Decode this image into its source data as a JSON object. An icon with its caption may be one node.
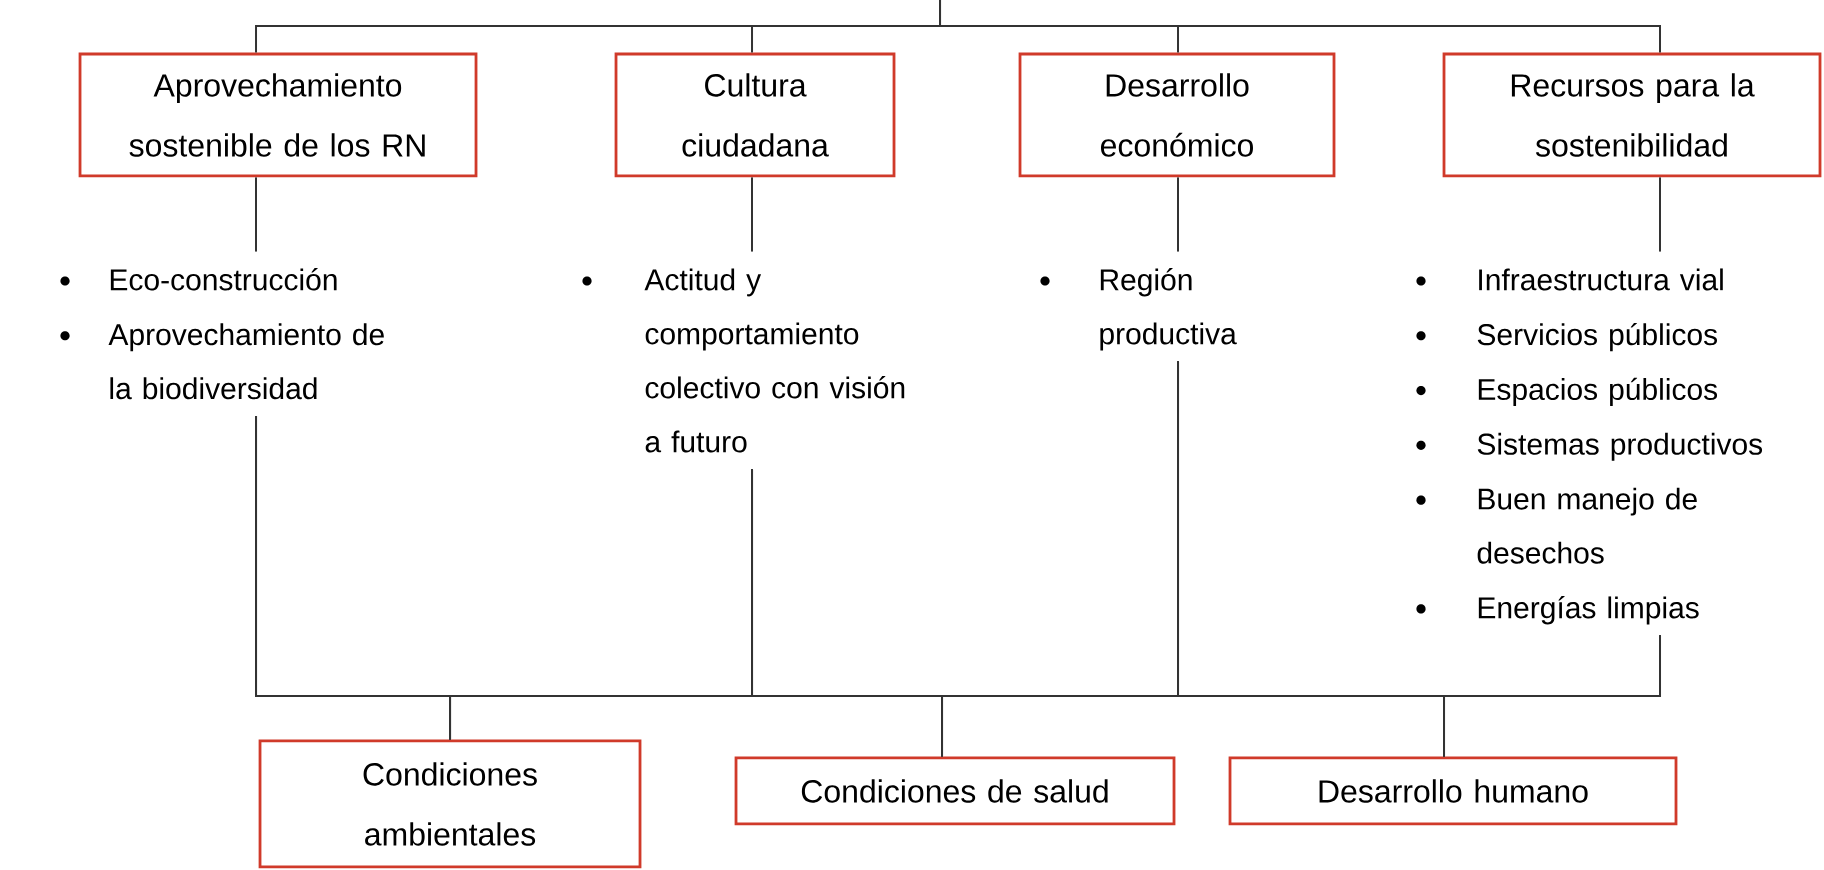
{
  "diagram": {
    "nodes": [
      {
        "text": [
          "Aprovechamiento sostenible de los RN"
        ]
      },
      {
        "text": [
          "Cultura ciudadana"
        ]
      },
      {
        "text": [
          "Desarrollo económico"
        ]
      },
      {
        "text": [
          "Recursos para la sostenibilidad"
        ]
      },
      {
        "text": [
          "Eco-construcción",
          "Aprovechamiento de la biodiversidad"
        ]
      },
      {
        "text": [
          "Actitud y comportamiento colectivo con visión a futuro"
        ]
      },
      {
        "text": [
          "Región productiva"
        ]
      },
      {
        "text": [
          "Infraestructura vial",
          "Servicios públicos",
          "Espacios públicos",
          "Sistemas productivos",
          "Buen manejo de desechos",
          "Energías limpias"
        ]
      },
      {
        "text": [
          "Condiciones ambientales"
        ]
      },
      {
        "text": [
          "Condiciones de salud"
        ]
      },
      {
        "text": [
          "Desarrollo humano"
        ]
      }
    ],
    "edges": [
      {
        "from": null,
        "to": 0,
        "arrow": "none"
      },
      {
        "from": null,
        "to": 1,
        "arrow": "none"
      },
      {
        "from": null,
        "to": 2,
        "arrow": "none"
      },
      {
        "from": null,
        "to": 3,
        "arrow": "none"
      },
      {
        "from": 0,
        "to": 4,
        "arrow": "none"
      },
      {
        "from": 1,
        "to": 5,
        "arrow": "none"
      },
      {
        "from": 2,
        "to": 6,
        "arrow": "none"
      },
      {
        "from": 3,
        "to": 7,
        "arrow": "none"
      },
      {
        "from": 4,
        "to": 8,
        "arrow": "none"
      },
      {
        "from": 4,
        "to": 9,
        "arrow": "none"
      },
      {
        "from": 4,
        "to": 10,
        "arrow": "none"
      },
      {
        "from": 5,
        "to": 8,
        "arrow": "none"
      },
      {
        "from": 5,
        "to": 9,
        "arrow": "none"
      },
      {
        "from": 5,
        "to": 10,
        "arrow": "none"
      },
      {
        "from": 6,
        "to": 8,
        "arrow": "none"
      },
      {
        "from": 6,
        "to": 9,
        "arrow": "none"
      },
      {
        "from": 6,
        "to": 10,
        "arrow": "none"
      },
      {
        "from": 7,
        "to": 8,
        "arrow": "none"
      },
      {
        "from": 7,
        "to": 9,
        "arrow": "none"
      },
      {
        "from": 7,
        "to": 10,
        "arrow": "none"
      }
    ]
  }
}
